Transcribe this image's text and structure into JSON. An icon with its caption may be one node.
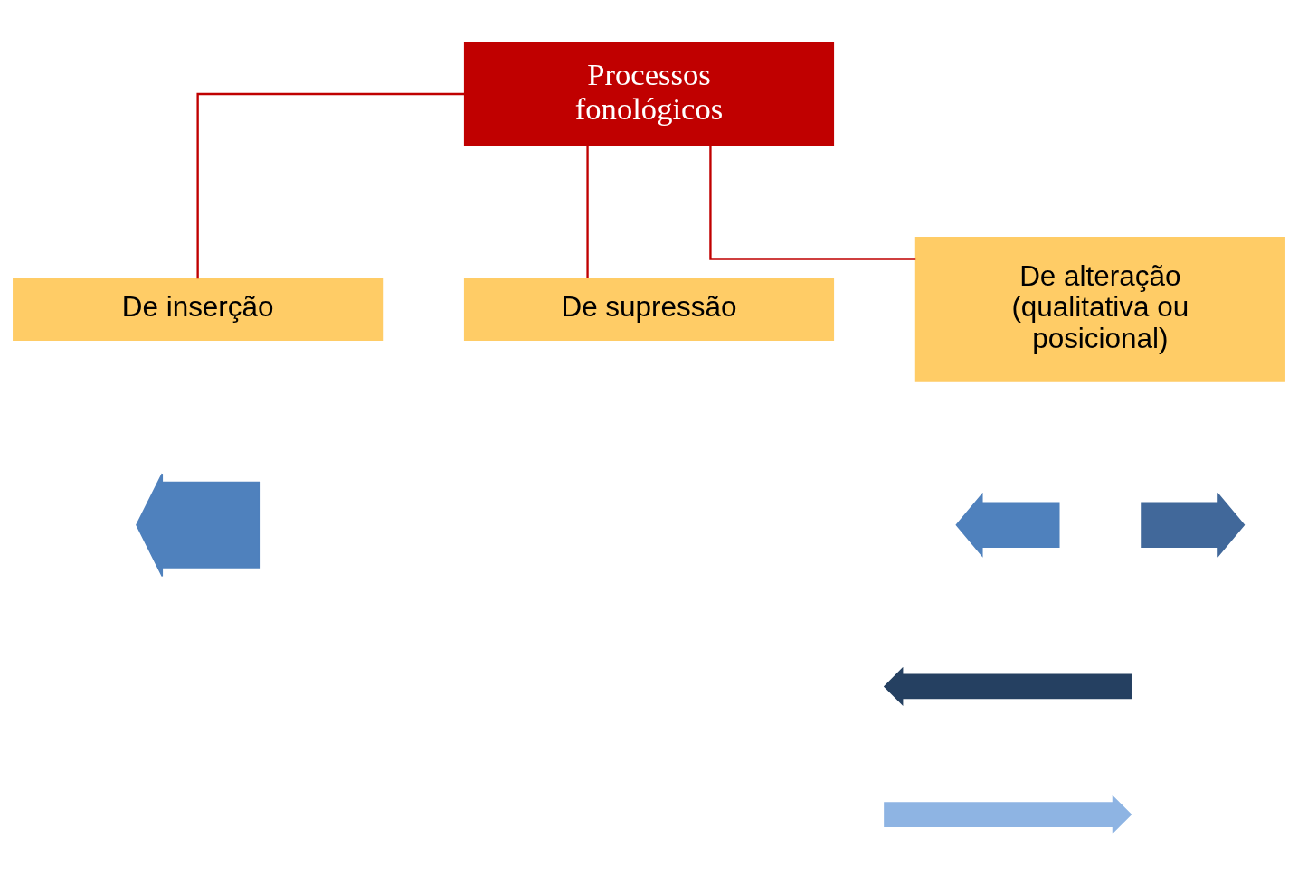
{
  "diagram": {
    "nodes": [
      {
        "text": [
          "Processos fonológicos"
        ]
      },
      {
        "text": [
          "De inserção"
        ]
      },
      {
        "text": [
          "De supressão"
        ]
      },
      {
        "text": [
          "De alteração (qualitativa ou posicional)"
        ]
      },
      {
        "text": [],
        "shape": "arrow"
      },
      {
        "text": [],
        "shape": "arrow"
      },
      {
        "text": [],
        "shape": "arrow"
      },
      {
        "text": [],
        "shape": "arrow"
      },
      {
        "text": [],
        "shape": "arrow"
      }
    ],
    "edges": [
      {
        "from": 0,
        "to": 1,
        "arrow": "none",
        "color": "#c00000"
      },
      {
        "from": 0,
        "to": 2,
        "arrow": "none",
        "color": "#c00000"
      },
      {
        "from": 0,
        "to": 3,
        "arrow": "none",
        "color": "#c00000"
      }
    ]
  }
}
